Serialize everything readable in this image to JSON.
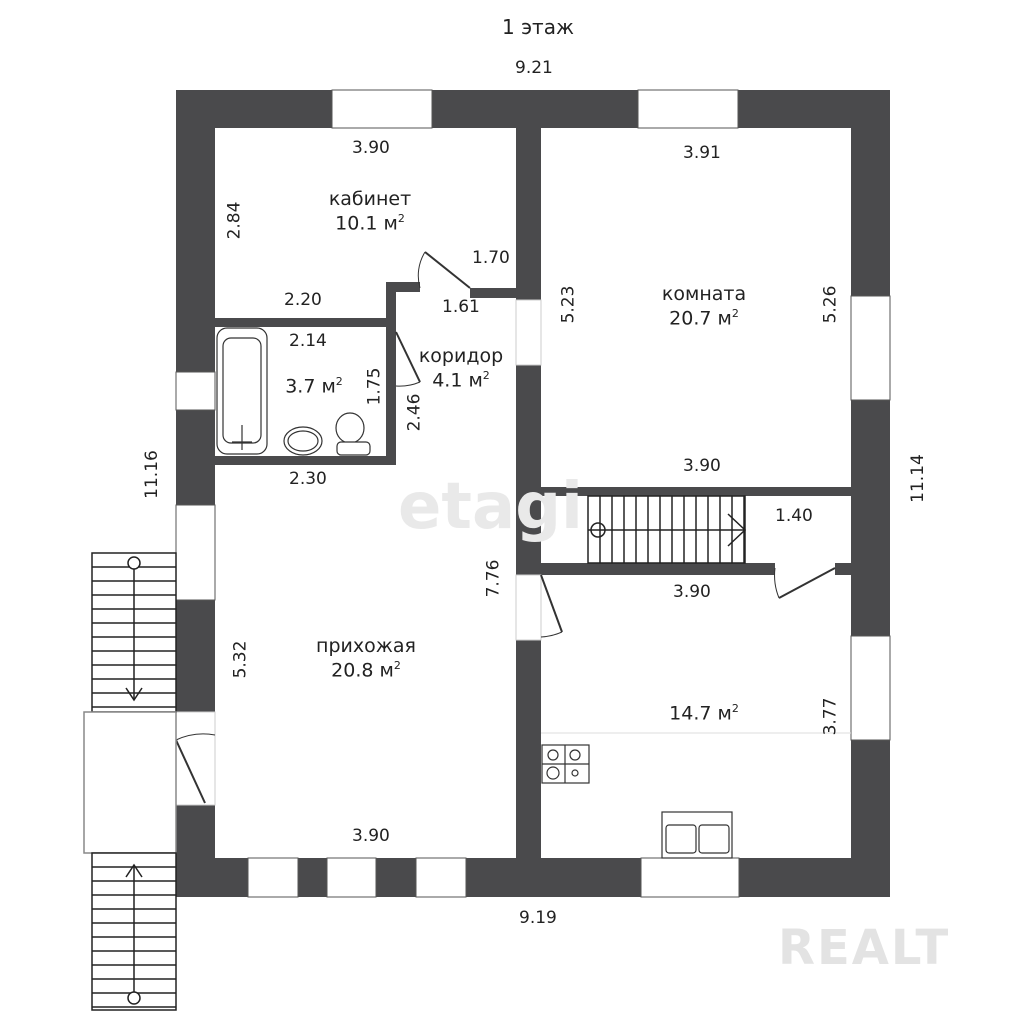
{
  "title": "1 этаж",
  "colors": {
    "wall": "#4a4a4c",
    "background": "#ffffff",
    "line": "#333333",
    "watermark": "#e6e6e6"
  },
  "dimensions": {
    "top_total": "9.21",
    "bottom_total": "9.19",
    "left_total": "11.16",
    "right_total": "11.14",
    "kabinet_top": "3.90",
    "kabinet_left": "2.84",
    "kabinet_bottom": "2.20",
    "kabinet_door": "1.70",
    "corridor_top": "1.61",
    "corridor_side": "2.46",
    "bath_top": "2.14",
    "bath_side": "1.75",
    "bath_bottom": "2.30",
    "komnata_top": "3.91",
    "komnata_left": "5.23",
    "komnata_right": "5.26",
    "komnata_bottom": "3.90",
    "stairs": "1.40",
    "kitchen_top": "3.90",
    "kitchen_right": "3.77",
    "hall_left": "5.32",
    "hall_right": "7.76",
    "hall_bottom": "3.90"
  },
  "rooms": {
    "kabinet": {
      "name": "кабинет",
      "area": "10.1 м",
      "sup": "2"
    },
    "komnata": {
      "name": "комната",
      "area": "20.7 м",
      "sup": "2"
    },
    "corridor": {
      "name": "коридор",
      "area": "4.1 м",
      "sup": "2"
    },
    "bathroom": {
      "area": "3.7 м",
      "sup": "2"
    },
    "hall": {
      "name": "прихожая",
      "area": "20.8 м",
      "sup": "2"
    },
    "kitchen": {
      "area": "14.7 м",
      "sup": "2"
    }
  },
  "watermarks": {
    "center": "etagi",
    "corner": "REALT"
  }
}
